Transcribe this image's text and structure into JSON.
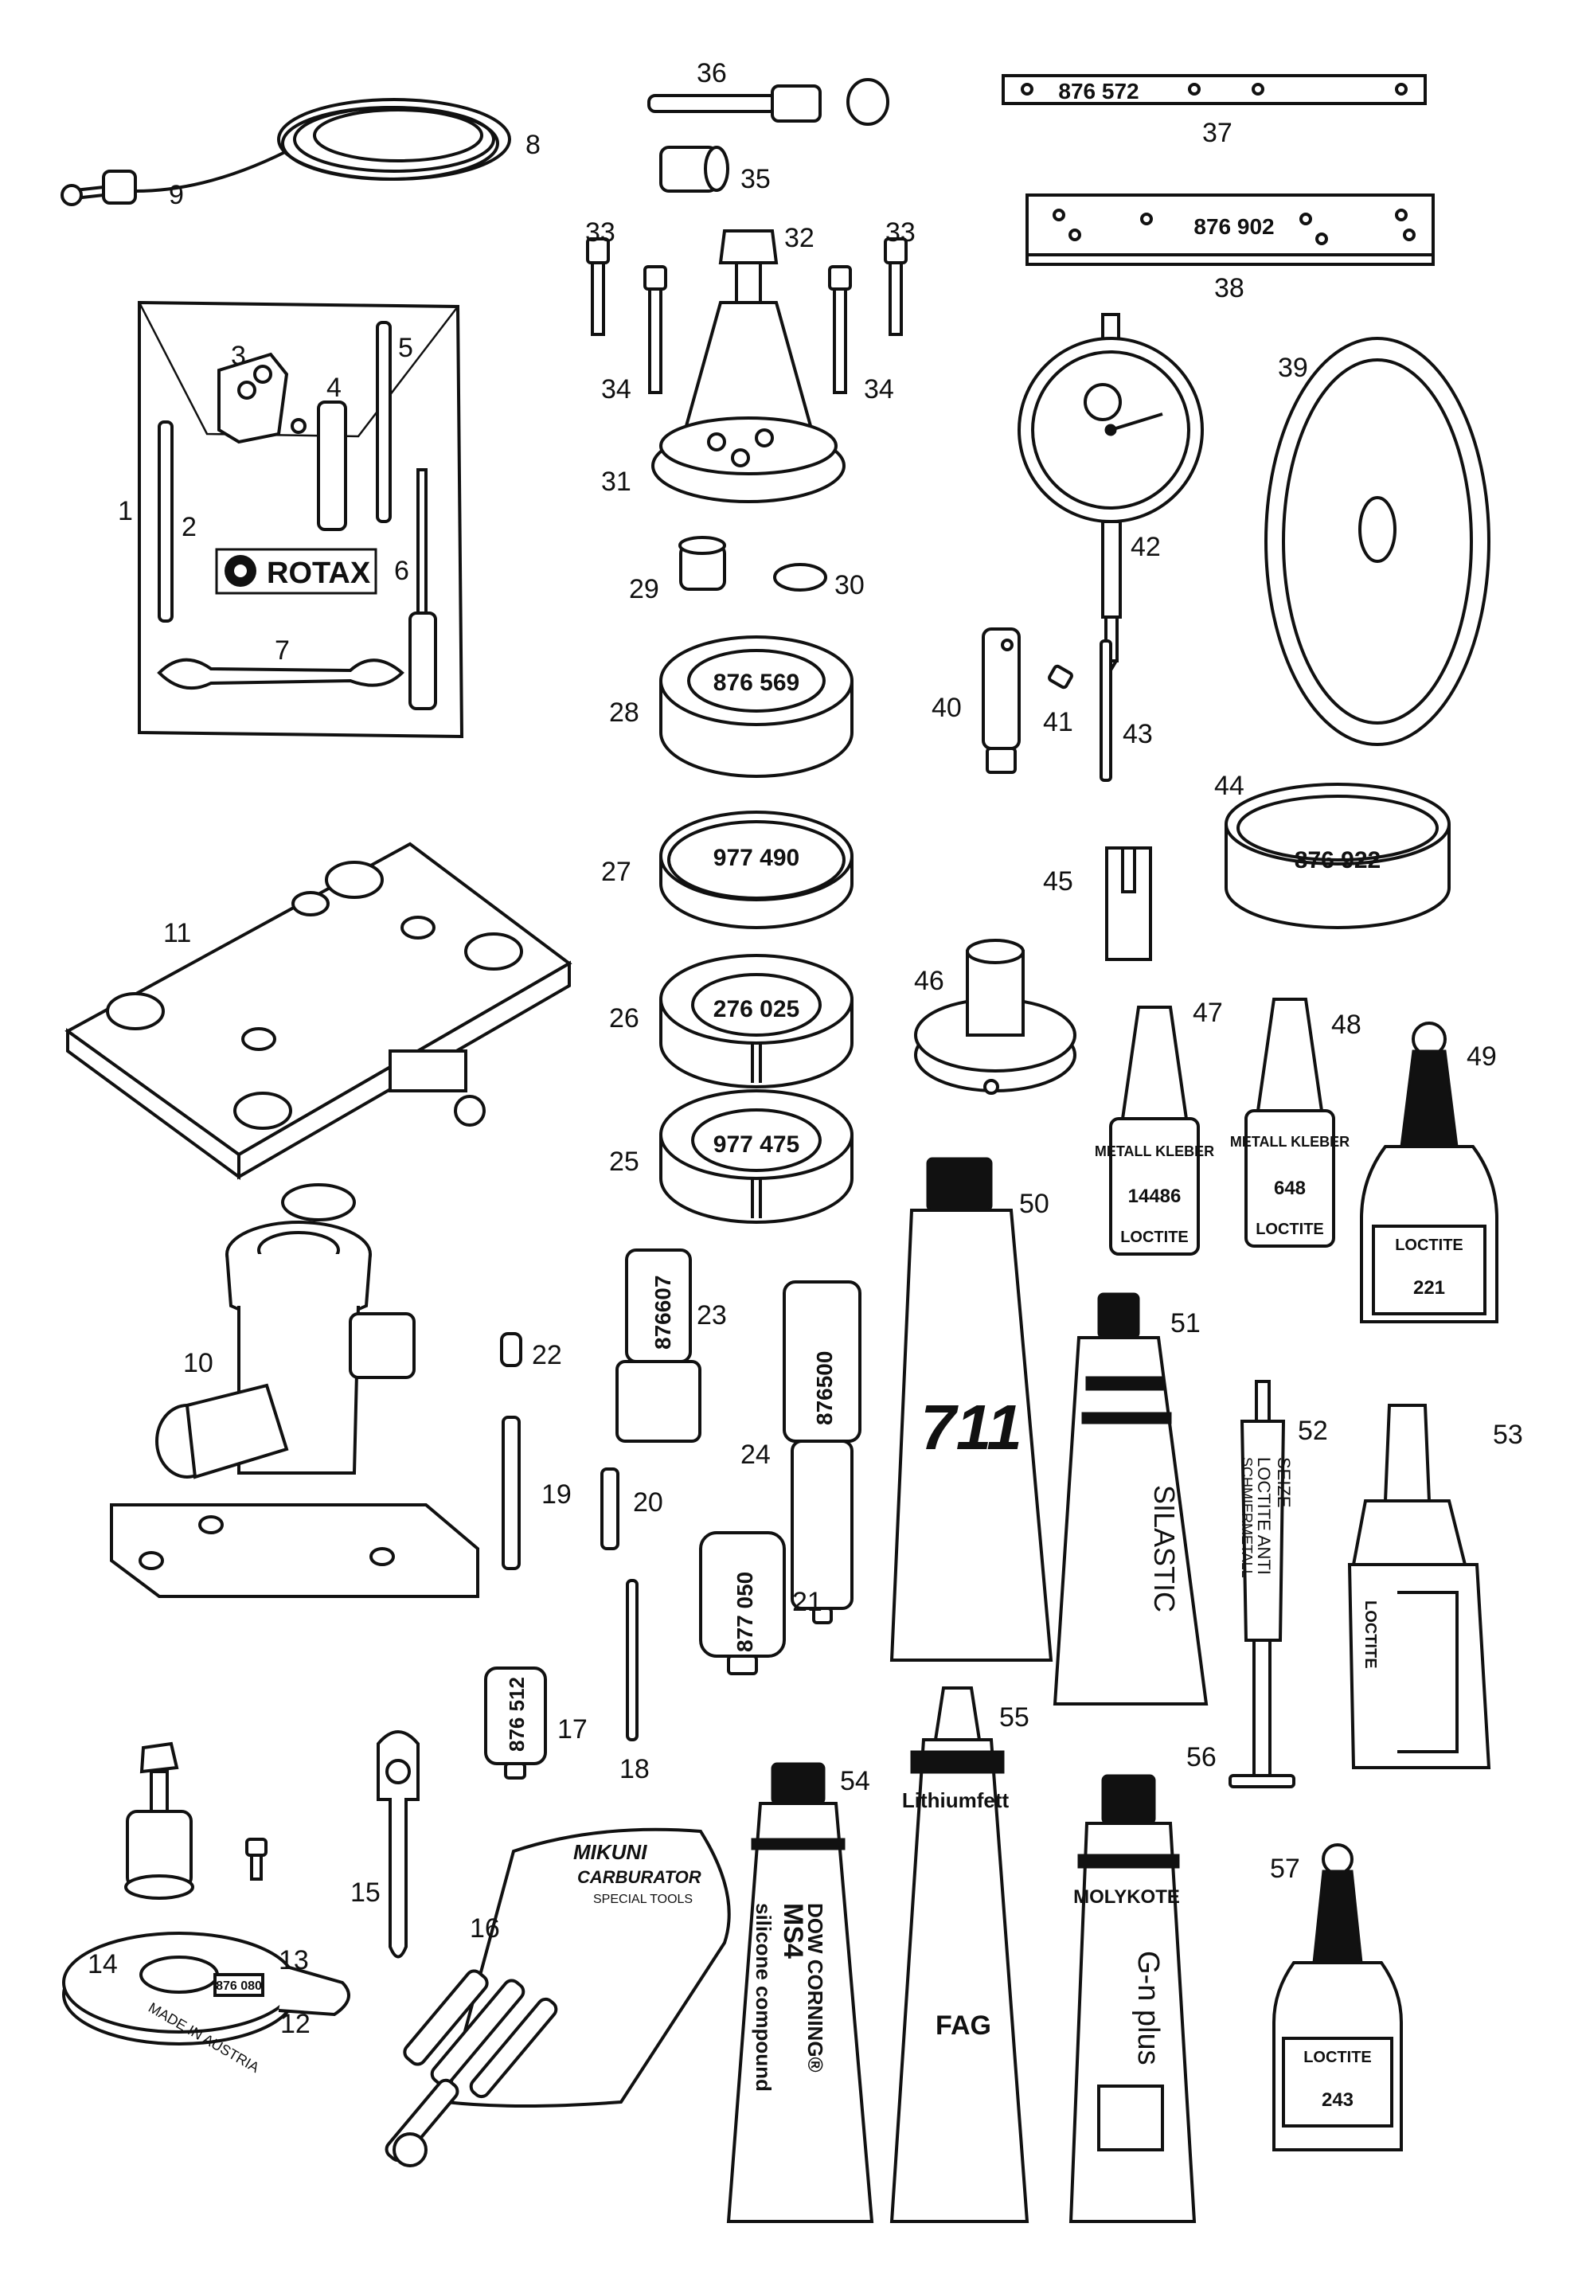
{
  "callouts": {
    "c1": "1",
    "c2": "2",
    "c3": "3",
    "c4": "4",
    "c5": "5",
    "c6": "6",
    "c7": "7",
    "c8": "8",
    "c9": "9",
    "c10": "10",
    "c11": "11",
    "c12": "12",
    "c13": "13",
    "c14": "14",
    "c15": "15",
    "c16": "16",
    "c17": "17",
    "c18": "18",
    "c19": "19",
    "c20": "20",
    "c21": "21",
    "c22": "22",
    "c23": "23",
    "c24": "24",
    "c25": "25",
    "c26": "26",
    "c27": "27",
    "c28": "28",
    "c29": "29",
    "c30": "30",
    "c31": "31",
    "c32": "32",
    "c33a": "33",
    "c33b": "33",
    "c34a": "34",
    "c34b": "34",
    "c35": "35",
    "c36": "36",
    "c37": "37",
    "c38": "38",
    "c39": "39",
    "c40": "40",
    "c41": "41",
    "c42": "42",
    "c43": "43",
    "c44": "44",
    "c45": "45",
    "c46": "46",
    "c47": "47",
    "c48": "48",
    "c49": "49",
    "c50": "50",
    "c51": "51",
    "c52": "52",
    "c53": "53",
    "c54": "54",
    "c55": "55",
    "c56": "56",
    "c57": "57"
  },
  "part_numbers": {
    "p37": "876 572",
    "p38": "876 902",
    "p28": "876 569",
    "p27": "977 490",
    "p26": "276 025",
    "p25": "977 475",
    "p44": "876 922",
    "p23": "876607",
    "p24": "876500",
    "p21": "877 050",
    "p17": "876 512",
    "p12": "876 080"
  },
  "labels": {
    "rotax": "ROTAX",
    "mikuni_1": "MIKUNI",
    "mikuni_2": "CARBURATOR",
    "mikuni_3": "SPECIAL TOOLS",
    "metall_kleber": "METALL KLEBER",
    "loctite_14486": "14486",
    "loctite_648": "648",
    "loctite_brand": "LOCTITE",
    "bottle_221": "221",
    "bottle_243": "243",
    "silastic": "SILASTIC",
    "anti_seize_1": "LOCTITE ANTI",
    "anti_seize_2": "SEIZE",
    "anti_seize_3": "SCHMIERMETALL",
    "dow_1": "DOW CORNING®",
    "dow_2": "MS4",
    "dow_3": "silicone compound",
    "lithium": "Lithiumfett",
    "fag": "FAG",
    "molykote_1": "MOLYKOTE",
    "molykote_2": "G-n plus",
    "made_in_austria": "MADE IN AUSTRIA"
  }
}
